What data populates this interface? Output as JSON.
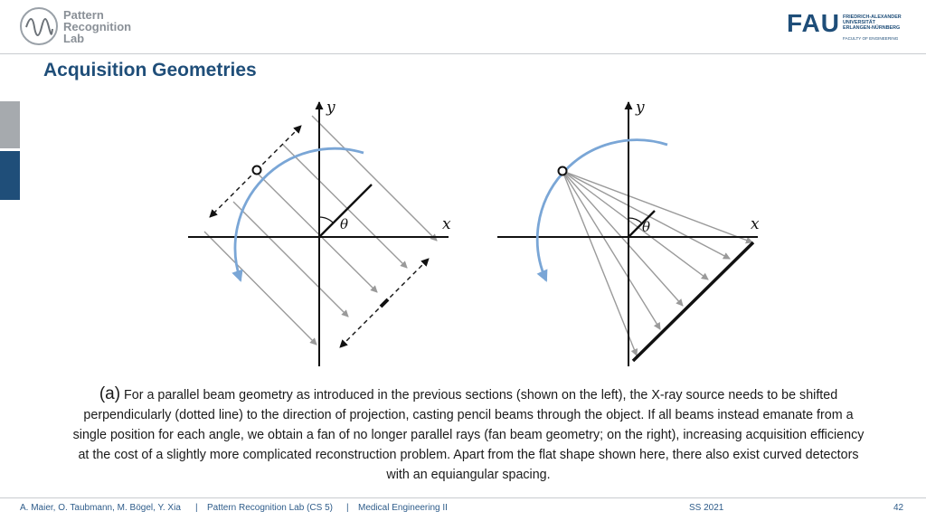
{
  "header": {
    "lab_logo_lines": [
      "Pattern",
      "Recognition",
      "Lab"
    ],
    "fau_mark": "FAU",
    "fau_lines": [
      "FRIEDRICH-ALEXANDER",
      "UNIVERSITÄT",
      "ERLANGEN-NÜRNBERG"
    ],
    "fau_faculty": "FACULTY OF ENGINEERING"
  },
  "slide": {
    "title": "Acquisition Geometries"
  },
  "diagram": {
    "left": {
      "x_label": "x",
      "y_label": "y",
      "angle_label": "θ"
    },
    "right": {
      "x_label": "x",
      "y_label": "y",
      "angle_label": "θ"
    }
  },
  "caption": {
    "lead": "(a)",
    "text": "For a parallel beam geometry as introduced in the previous sections (shown on the left), the X-ray source needs to be shifted perpendicularly (dotted line) to the direction of projection, casting pencil beams through the object. If all beams instead emanate from a single position for each angle, we obtain a fan of no longer parallel rays (fan beam geometry; on the right), increasing acquisition efficiency at the cost of a slightly more complicated reconstruction problem. Apart from the flat shape shown here, there also exist curved detectors with an equiangular spacing."
  },
  "footer": {
    "authors": "A. Maier, O. Taubmann, M. Bögel, Y. Xia",
    "sep1": "|",
    "lab": "Pattern Recognition Lab (CS 5)",
    "sep2": "|",
    "course": "Medical Engineering II",
    "term": "SS 2021",
    "page": "42"
  },
  "colors": {
    "accent": "#1f4e79",
    "rotation_arrow": "#7aa6d6",
    "ray": "#9a9a9a"
  }
}
